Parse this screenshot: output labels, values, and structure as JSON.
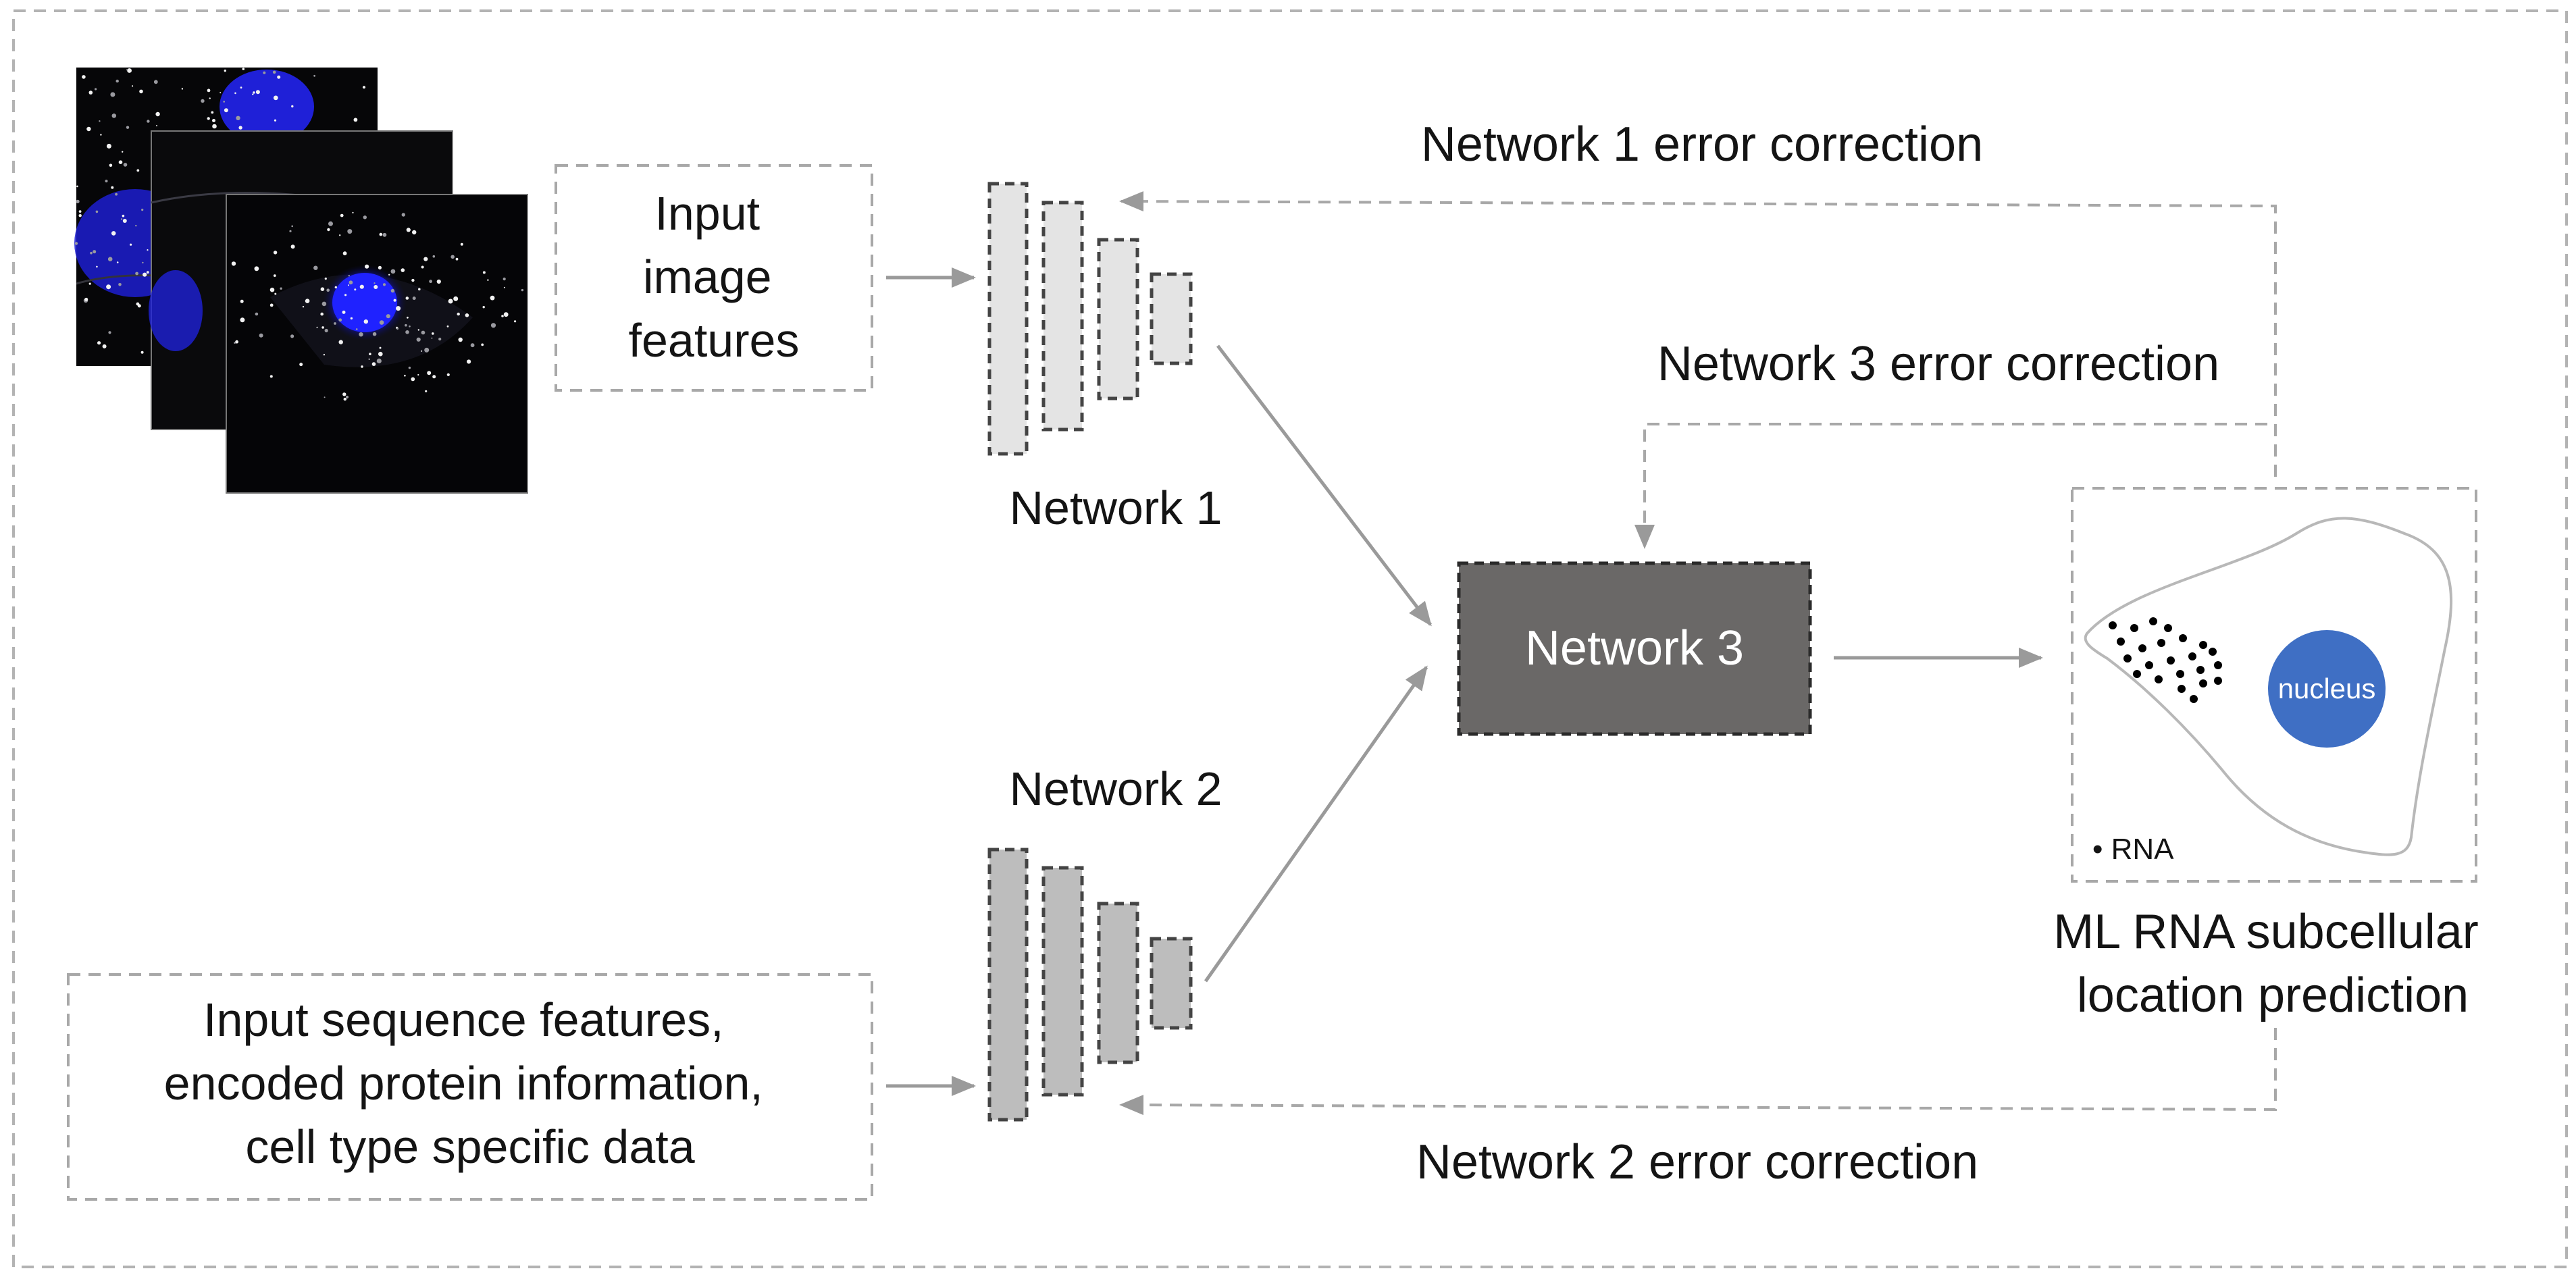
{
  "labels": {
    "input_image": [
      "Input",
      "image",
      "features"
    ],
    "input_sequence": [
      "Input sequence features,",
      "encoded protein information,",
      "cell type specific data"
    ],
    "network1": "Network 1",
    "network2": "Network 2",
    "network3": "Network 3",
    "net1_error": "Network 1 error correction",
    "net2_error": "Network 2 error correction",
    "net3_error": "Network 3 error correction",
    "nucleus": "nucleus",
    "rna_legend": "• RNA",
    "prediction": [
      "ML RNA subcellular",
      "location prediction"
    ]
  },
  "colors": {
    "dashed_gray": "#a8a8a8",
    "arrow_gray": "#9a9a9a",
    "network1_fill": "#e4e4e4",
    "network2_fill": "#bdbdbd",
    "network3_fill": "#6a6867",
    "nucleus_blue": "#3f6fc4",
    "micrograph_black": "#060608",
    "micrograph_blue": "#1f22ff",
    "text": "#141414"
  },
  "icons": [
    "micrograph-stack-image",
    "cell-outline-icon",
    "rna-dots-icon",
    "nucleus-icon",
    "arrow-icon"
  ]
}
